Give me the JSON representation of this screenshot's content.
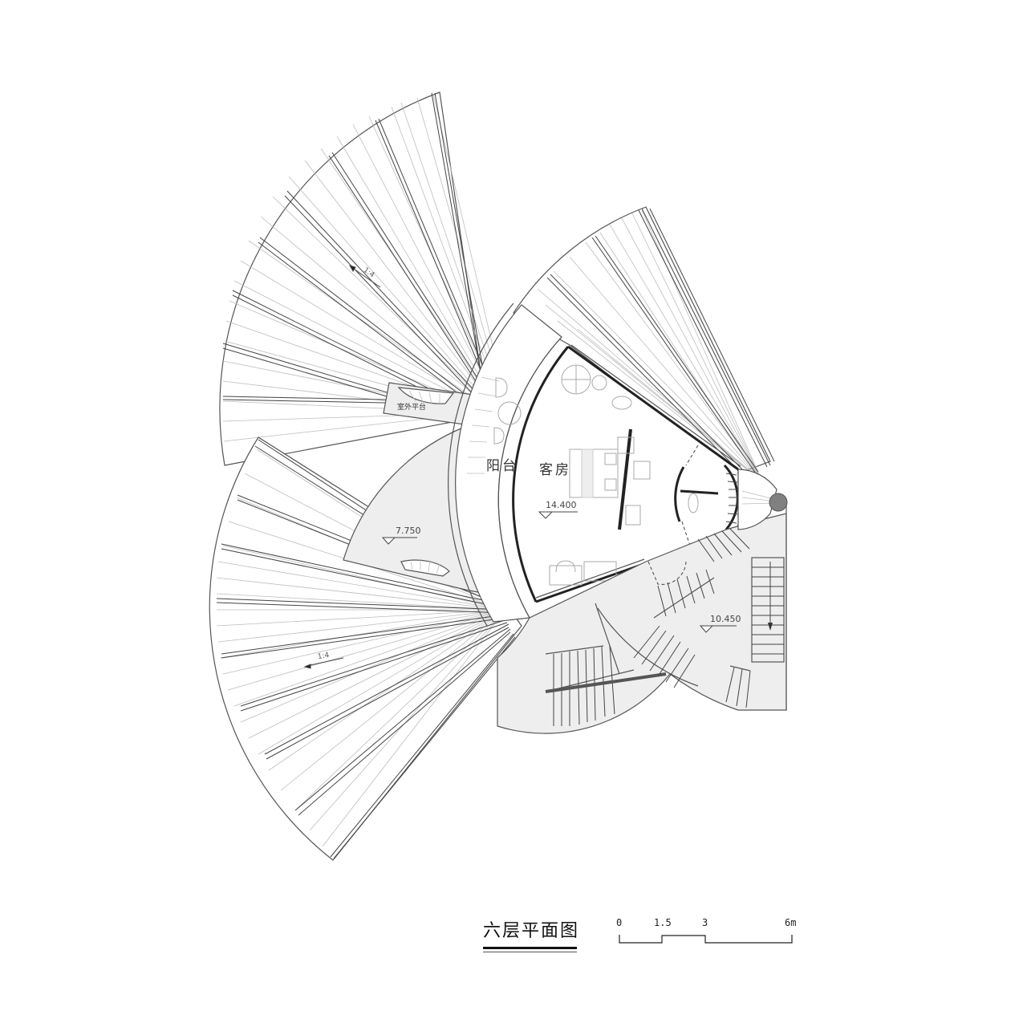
{
  "drawing": {
    "title": "六层平面图",
    "scale_bar": {
      "ticks": [
        "0",
        "1.5",
        "3",
        "6m"
      ]
    }
  },
  "rooms": {
    "balcony": "阳台",
    "guest_room": "客房",
    "outdoor_platform": "室外平台"
  },
  "elevations": {
    "guest_room": "14.400",
    "lower_terrace": "7.750",
    "stair_landing": "10.450"
  },
  "roof_slopes": {
    "upper_fan": "1:4",
    "lower_fan": "1:4"
  },
  "colors": {
    "line": "#555555",
    "thin_line": "#b5b5b5",
    "wall": "#222222",
    "floor_fill": "#eeeeee",
    "column": "#808080",
    "background": "#ffffff"
  }
}
